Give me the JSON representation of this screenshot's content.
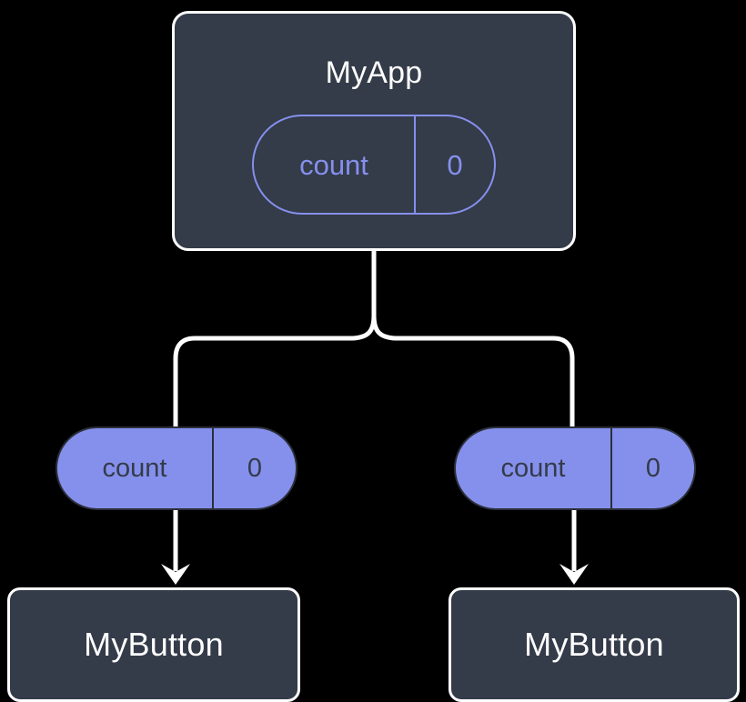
{
  "diagram": {
    "type": "component-tree",
    "background_color": "#000000",
    "colors": {
      "box_fill": "#343b49",
      "box_border": "#ffffff",
      "accent": "#8590ed",
      "edge": "#ffffff",
      "pill_text_on_fill": "#343b49"
    },
    "root": {
      "title": "MyApp",
      "state": {
        "key": "count",
        "value": "0"
      }
    },
    "children": [
      {
        "title": "MyButton",
        "state": {
          "key": "count",
          "value": "0"
        }
      },
      {
        "title": "MyButton",
        "state": {
          "key": "count",
          "value": "0"
        }
      }
    ]
  }
}
